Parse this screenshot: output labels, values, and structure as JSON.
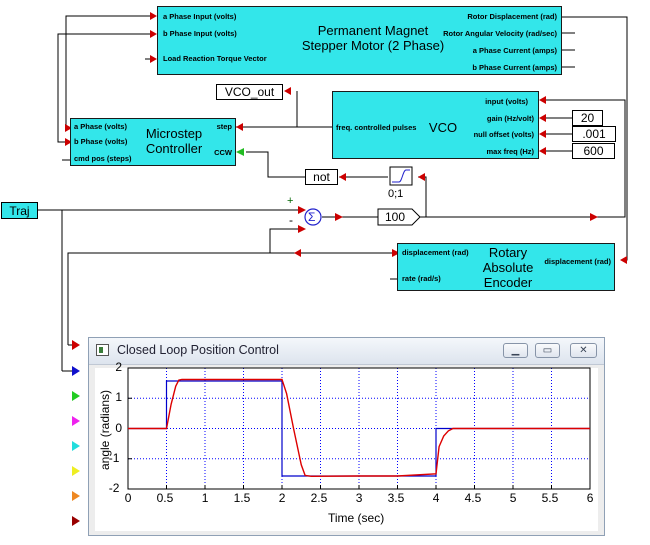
{
  "motor": {
    "title1": "Permanent Magnet",
    "title2": "Stepper Motor (2 Phase)",
    "in_a": "a Phase Input (volts)",
    "in_b": "b Phase Input (volts)",
    "in_load": "Load Reaction Torque Vector",
    "out_disp": "Rotor Displacement (rad)",
    "out_vel": "Rotor Angular Velocity (rad/sec)",
    "out_a": "a Phase Current (amps)",
    "out_b": "b Phase Current (amps)"
  },
  "vco_out_label": "VCO_out",
  "vco": {
    "title": "VCO",
    "out_label": "freq. controlled pulses",
    "in_input": "input  (volts)",
    "in_gain": "gain (Hz/volt)",
    "in_offset": "null offset (volts)",
    "in_max": "max freq (Hz)",
    "gain_value": "20",
    "offset_value": ".001",
    "max_value": "600"
  },
  "micro": {
    "title1": "Microstep",
    "title2": "Controller",
    "in_a": "a Phase (volts)",
    "in_b": "b Phase (volts)",
    "in_cmd": "cmd pos (steps)",
    "in_step": "step",
    "in_ccw": "CCW"
  },
  "not_label": "not",
  "comparator_label": "0;1",
  "traj_label": "Traj",
  "sum": {
    "plus": "+",
    "minus": "-"
  },
  "gain_label": "100",
  "encoder": {
    "title1": "Rotary",
    "title2": "Absolute",
    "title3": "Encoder",
    "in_disp": "displacement (rad)",
    "in_rate": "rate (rad/s)",
    "out_disp": "displacement (rad)"
  },
  "colors": {
    "block": "#33e6ea",
    "arrow": "#cc0000",
    "plot_blue": "#0000cc",
    "plot_red": "#dd0000",
    "grid": "#0000ff"
  },
  "input_port_colors": [
    "#cc0000",
    "#1010cc",
    "#22cc22",
    "#ee22ee",
    "#22dddd",
    "#eeee22",
    "#ee8822",
    "#990000"
  ],
  "plot_window": {
    "title": "Closed Loop Position Control",
    "icons": [
      "minimize-icon",
      "maximize-icon",
      "close-icon"
    ]
  },
  "chart_data": {
    "type": "line",
    "title": "",
    "xlabel": "Time (sec)",
    "ylabel": "angle (radians)",
    "xlim": [
      0,
      6
    ],
    "ylim": [
      -2,
      2
    ],
    "xticks": [
      "0",
      "0.5",
      "1",
      "1.5",
      "2",
      "2.5",
      "3",
      "3.5",
      "4",
      "4.5",
      "5",
      "5.5",
      "6"
    ],
    "yticks": [
      "2",
      "1",
      "0",
      "-1",
      "-2"
    ],
    "grid": true,
    "series": [
      {
        "color": "#0000cc",
        "x": [
          0,
          0.5,
          0.5,
          2.0,
          2.0,
          4.0,
          4.0,
          6.0
        ],
        "y": [
          0,
          0,
          1.571,
          1.571,
          -1.571,
          -1.571,
          0,
          0
        ]
      },
      {
        "color": "#dd0000",
        "x": [
          0,
          0.5,
          0.56,
          0.62,
          0.66,
          0.7,
          2.0,
          2.06,
          2.15,
          2.25,
          2.3,
          2.38,
          3.0,
          3.5,
          4.0,
          4.04,
          4.1,
          4.16,
          4.22,
          6.0
        ],
        "y": [
          0,
          0,
          0.8,
          1.4,
          1.6,
          1.62,
          1.62,
          1.15,
          0.0,
          -1.2,
          -1.55,
          -1.58,
          -1.57,
          -1.57,
          -1.5,
          -0.6,
          -0.25,
          -0.08,
          0.0,
          0.0
        ]
      }
    ]
  }
}
